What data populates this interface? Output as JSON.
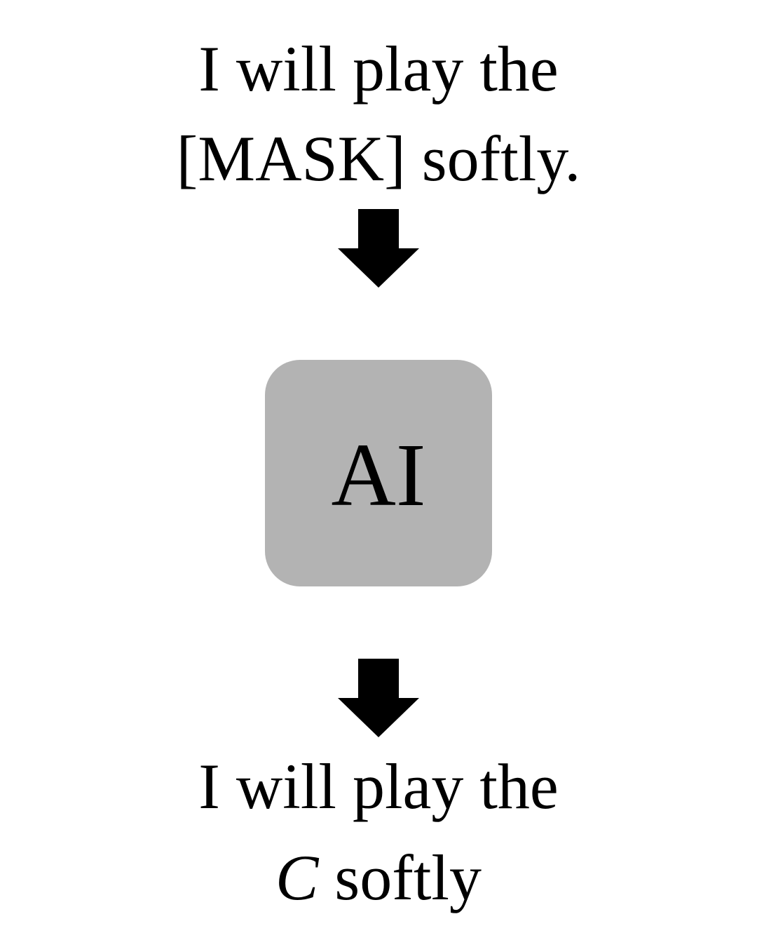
{
  "input": {
    "line1": "I will play the",
    "line2": "[MASK] softly."
  },
  "model": {
    "label": "AI",
    "fill_color": "#b3b3b3"
  },
  "output": {
    "line1": "I will play the",
    "token": "C",
    "line2_rest": " softly"
  },
  "icons": {
    "top_arrow": "arrow-down-icon",
    "bottom_arrow": "arrow-down-icon"
  }
}
